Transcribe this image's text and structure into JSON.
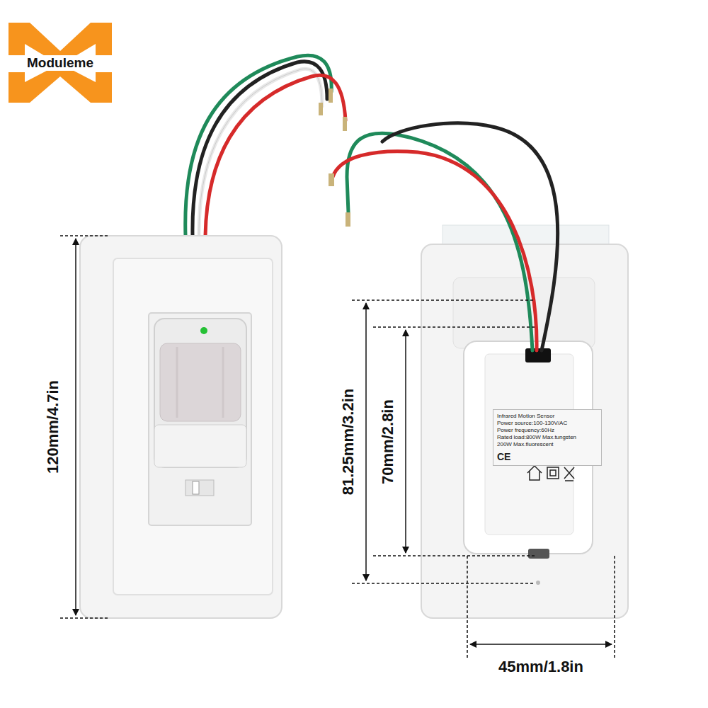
{
  "diagram": {
    "nodes": [
      {
        "text": [
          "Infrared Motion Sensor",
          "Power source:100-130V/AC",
          "Power frequency:60Hz",
          "Rated load:800W Max.tungsten",
          "200W Max.fluorescent",
          "CE"
        ]
      }
    ],
    "labels": [
      "Moduleme",
      "120mm/4.7in",
      "81.25mm/3.2in",
      "70mm/2.8in",
      "45mm/1.8in"
    ]
  }
}
